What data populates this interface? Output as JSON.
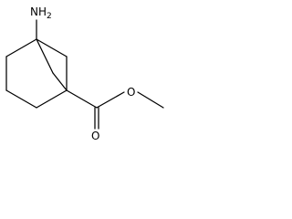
{
  "molecule": {
    "atoms": {
      "amine": {
        "symbol": "NH",
        "subscript": "2"
      },
      "carbonyl_oxygen": {
        "symbol": "O"
      },
      "ester_oxygen": {
        "symbol": "O"
      }
    }
  }
}
